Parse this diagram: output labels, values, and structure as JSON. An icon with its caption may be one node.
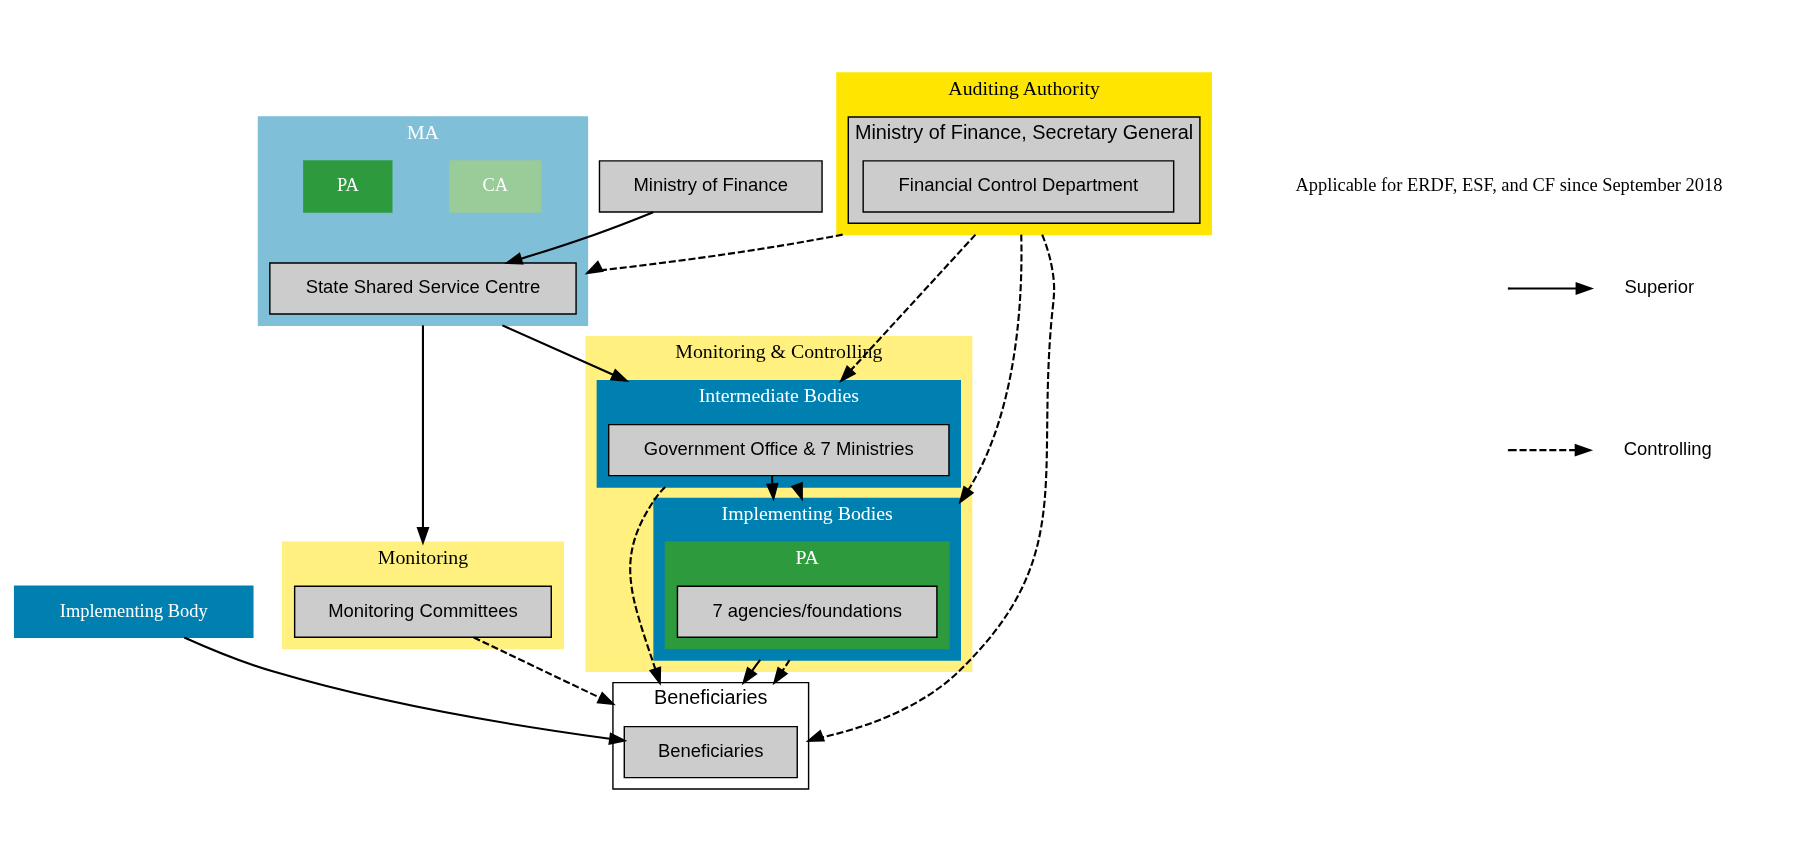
{
  "diagram": {
    "nodes": [
      {
        "text": [
          "Ministry of Finance"
        ]
      },
      {
        "text": [
          "MA"
        ]
      },
      {
        "text": [
          "CA"
        ],
        "in": 1
      },
      {
        "text": [
          "PA"
        ],
        "in": 1
      },
      {
        "text": [
          "Implementing Body"
        ]
      },
      {
        "text": [
          "State Shared Service Centre"
        ],
        "in": 1
      },
      {
        "text": [
          "Monitoring & Controlling"
        ]
      },
      {
        "text": [
          "Intermediate Bodies"
        ],
        "in": 6
      },
      {
        "text": [
          "Government Office & 7 Ministries"
        ],
        "in": 7
      },
      {
        "text": [
          "Implementing Bodies"
        ],
        "in": 6
      },
      {
        "text": [
          "PA"
        ],
        "in": 9
      },
      {
        "text": [
          "7 agencies/foundations"
        ],
        "in": 10
      },
      {
        "text": [
          "Beneficiaries"
        ]
      },
      {
        "text": [
          "Beneficiaries"
        ],
        "in": 12
      },
      {
        "text": [
          "Monitoring"
        ]
      },
      {
        "text": [
          "Monitoring Committees"
        ],
        "in": 14
      },
      {
        "text": [
          "Auditing Authority"
        ]
      },
      {
        "text": [
          "Ministry of Finance, Secretary General"
        ],
        "in": 16
      },
      {
        "text": [
          "Financial Control Department"
        ],
        "in": 17
      }
    ],
    "edges": [
      {
        "from": 0,
        "to": 5,
        "arrow": "to"
      },
      {
        "from": 1,
        "to": 14,
        "arrow": "to"
      },
      {
        "from": 1,
        "to": 7,
        "arrow": "to"
      },
      {
        "from": 8,
        "to": 9,
        "arrow": "to"
      },
      {
        "from": 9,
        "to": 12,
        "arrow": "to"
      },
      {
        "from": 4,
        "to": 13,
        "arrow": "to"
      },
      {
        "from": 16,
        "to": 1,
        "arrow": "to",
        "style": "dashed"
      },
      {
        "from": 16,
        "to": 7,
        "arrow": "to",
        "style": "dashed"
      },
      {
        "from": 16,
        "to": 9,
        "arrow": "to",
        "style": "dashed"
      },
      {
        "from": 16,
        "to": 12,
        "arrow": "to",
        "style": "dashed"
      },
      {
        "from": 7,
        "to": 9,
        "arrow": "to",
        "style": "dashed"
      },
      {
        "from": 7,
        "to": 12,
        "arrow": "to",
        "style": "dashed"
      },
      {
        "from": 9,
        "to": 12,
        "arrow": "to",
        "style": "dashed"
      },
      {
        "from": 15,
        "to": 12,
        "arrow": "to",
        "style": "dashed"
      }
    ],
    "labels": [
      "Applicable for ERDF, ESF, and CF since September 2018"
    ],
    "legend": [
      {
        "text": "Superior"
      },
      {
        "text": "Controlling"
      }
    ]
  }
}
